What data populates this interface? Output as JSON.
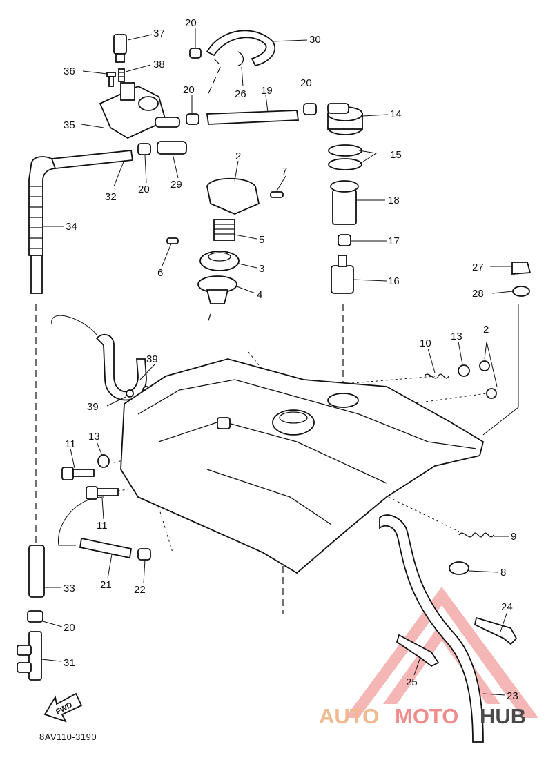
{
  "drawing_code": "8AV110-3190",
  "fwd_label": "FWD",
  "watermark": {
    "part1": "AUTO",
    "part2": "MOTO",
    "part3": "HUB"
  },
  "labels": {
    "p37": "37",
    "p20a": "20",
    "p30": "30",
    "p36": "36",
    "p38": "38",
    "p26": "26",
    "p20b": "20",
    "p19": "19",
    "p20c": "20",
    "p14": "14",
    "p35": "35",
    "p15": "15",
    "p32": "32",
    "p20d": "20",
    "p29": "29",
    "p2a": "2",
    "p7": "7",
    "p18": "18",
    "p34": "34",
    "p5": "5",
    "p17": "17",
    "p6": "6",
    "p3": "3",
    "p27": "27",
    "p16": "16",
    "p4": "4",
    "p28": "28",
    "p10": "10",
    "p13a": "13",
    "p2b": "2",
    "p39a": "39",
    "p39b": "39",
    "p11a": "11",
    "p13b": "13",
    "p11b": "11",
    "p9": "9",
    "p8": "8",
    "p33": "33",
    "p21": "21",
    "p22": "22",
    "p24": "24",
    "p20e": "20",
    "p31": "31",
    "p25": "25",
    "p23": "23"
  }
}
